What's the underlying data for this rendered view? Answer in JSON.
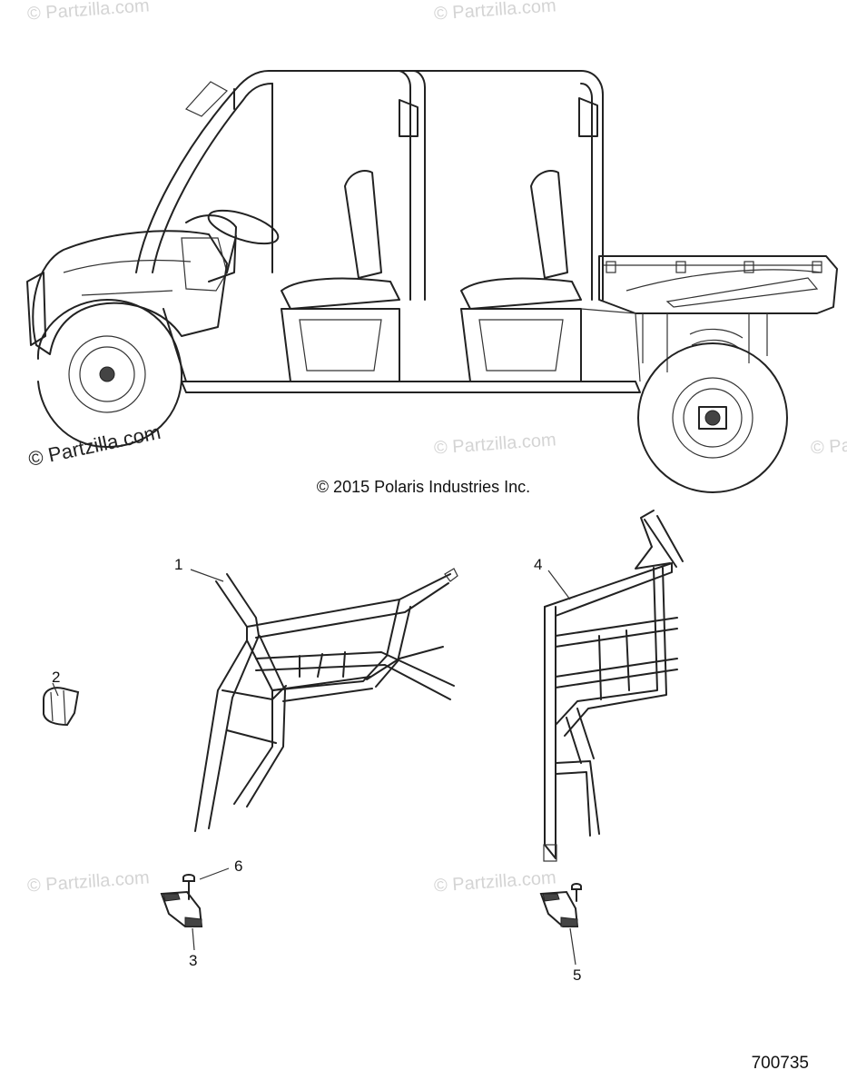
{
  "watermark": "© Partzilla.com",
  "copyright": "© 2015 Polaris Industries Inc.",
  "figure_number": "700735",
  "callouts": [
    "1",
    "2",
    "3",
    "4",
    "5",
    "6"
  ],
  "parts": [
    {
      "number": "1",
      "name": "front-door-frame"
    },
    {
      "number": "2",
      "name": "clip"
    },
    {
      "number": "3",
      "name": "front-hinge-bracket"
    },
    {
      "number": "4",
      "name": "rear-door-frame"
    },
    {
      "number": "5",
      "name": "rear-hinge-bracket"
    },
    {
      "number": "6",
      "name": "screw"
    }
  ]
}
